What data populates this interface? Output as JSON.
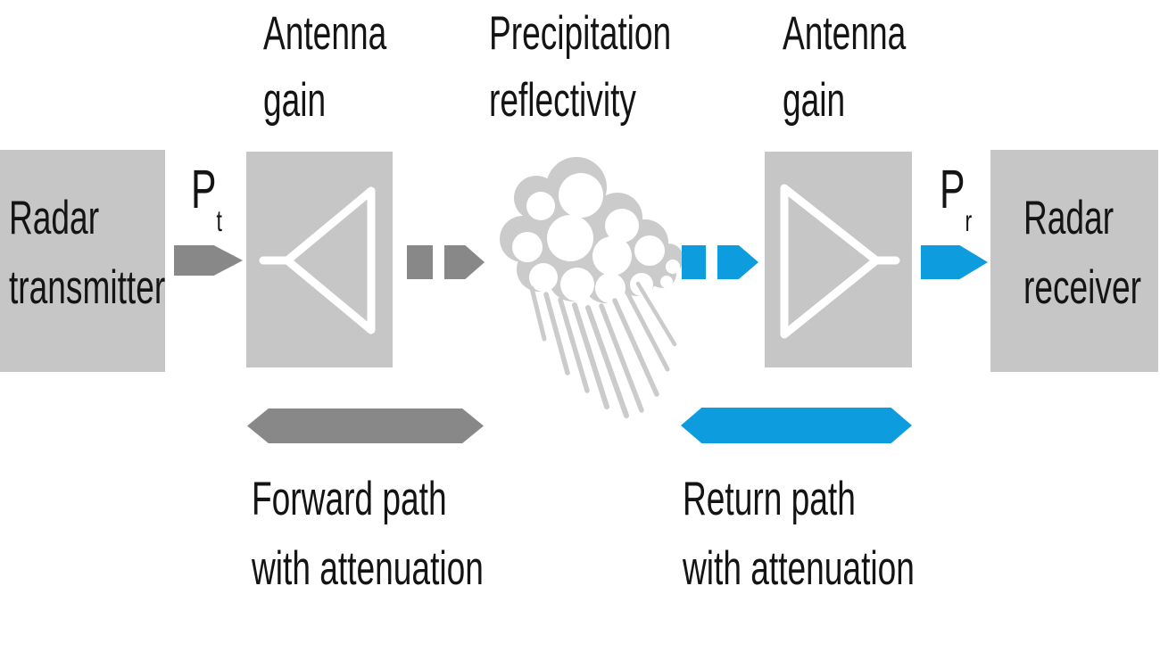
{
  "colors": {
    "box_gray": "#c6c6c6",
    "arrow_gray": "#888888",
    "blue": "#0d9ddf",
    "cloud_gray": "#cbcbcb",
    "text": "#141414",
    "background": "#ffffff"
  },
  "labels": {
    "antenna_gain_left": {
      "line1": "Antenna",
      "line2": "gain"
    },
    "precipitation": {
      "line1": "Precipitation",
      "line2": "reflectivity"
    },
    "antenna_gain_right": {
      "line1": "Antenna",
      "line2": "gain"
    }
  },
  "nodes": {
    "transmitter": {
      "line1": "Radar",
      "line2": "transmitter"
    },
    "receiver": {
      "line1": "Radar",
      "line2": "receiver"
    }
  },
  "signals": {
    "pt": {
      "symbol": "P",
      "subscript": "t"
    },
    "pr": {
      "symbol": "P",
      "subscript": "r"
    }
  },
  "paths": {
    "forward": {
      "line1": "Forward path",
      "line2": "with attenuation"
    },
    "return": {
      "line1": "Return path",
      "line2": "with attenuation"
    }
  }
}
